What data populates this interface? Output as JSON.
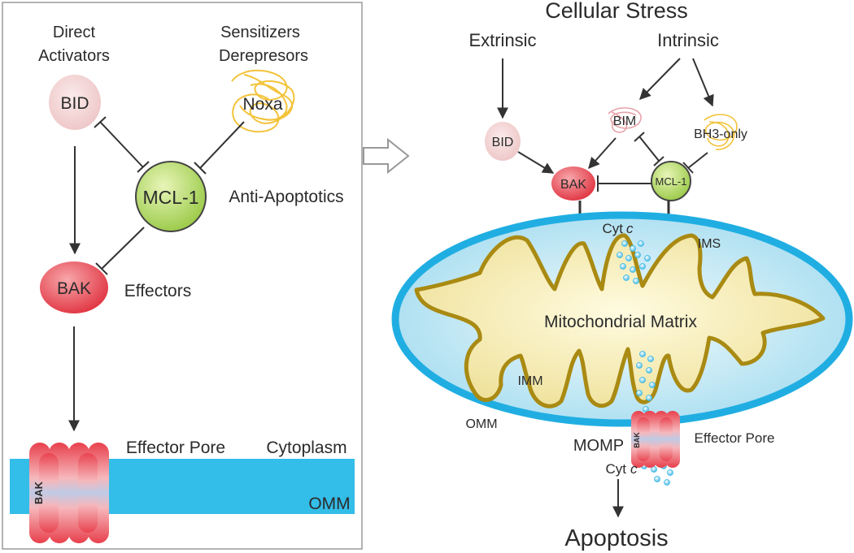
{
  "left_panel": {
    "direct_activators_line1": "Direct",
    "direct_activators_line2": "Activators",
    "sensitizers_line1": "Sensitizers",
    "sensitizers_line2": "Derepresors",
    "bid": "BID",
    "noxa": "Noxa",
    "mcl1": "MCL-1",
    "anti_apoptotics": "Anti-Apoptotics",
    "bak": "BAK",
    "effectors": "Effectors",
    "effector_pore": "Effector Pore",
    "cytoplasm": "Cytoplasm",
    "omm": "OMM",
    "pore_bak": "BAK"
  },
  "right_panel": {
    "title": "Cellular Stress",
    "extrinsic": "Extrinsic",
    "intrinsic": "Intrinsic",
    "bid": "BID",
    "bim": "BIM",
    "bh3_only": "BH3-only",
    "bak": "BAK",
    "mcl1": "MCL-1",
    "cyt_top": "Cyt",
    "cyt_top_italic": "c",
    "ims": "IMS",
    "matrix": "Mitochondrial Matrix",
    "imm": "IMM",
    "omm": "OMM",
    "momp": "MOMP",
    "effector_pore": "Effector Pore",
    "pore_bak": "BAK",
    "cyt_bottom": "Cyt",
    "cyt_bottom_italic": "c",
    "apoptosis": "Apoptosis"
  },
  "colors": {
    "membrane_blue": "#33bde9",
    "bak_red": "#e2454f",
    "mcl1_green": "#a8d35a",
    "bid_pink": "#f1d2d2",
    "matrix_fill": "#f7edb4",
    "imm_stroke": "#a98a12",
    "noxa_yellow": "#f3c33a"
  }
}
